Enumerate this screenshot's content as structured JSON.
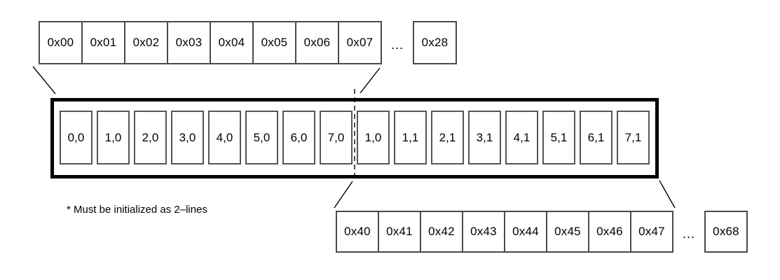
{
  "top_row": {
    "cells": [
      "0x00",
      "0x01",
      "0x02",
      "0x03",
      "0x04",
      "0x05",
      "0x06",
      "0x07"
    ],
    "ellipsis": "...",
    "tail": "0x28"
  },
  "buffer": {
    "cells": [
      "0,0",
      "1,0",
      "2,0",
      "3,0",
      "4,0",
      "5,0",
      "6,0",
      "7,0",
      "1,0",
      "1,1",
      "2,1",
      "3,1",
      "4,1",
      "5,1",
      "6,1",
      "7,1"
    ]
  },
  "bottom_row": {
    "cells": [
      "0x40",
      "0x41",
      "0x42",
      "0x43",
      "0x44",
      "0x45",
      "0x46",
      "0x47"
    ],
    "ellipsis": "...",
    "tail": "0x68"
  },
  "footnote": "* Must be initialized as 2–lines",
  "colors": {
    "background": "#ffffff",
    "thick_border": "#000000",
    "thin_border": "#4a4a4a",
    "text": "#000000",
    "connector_line": "#000000"
  }
}
